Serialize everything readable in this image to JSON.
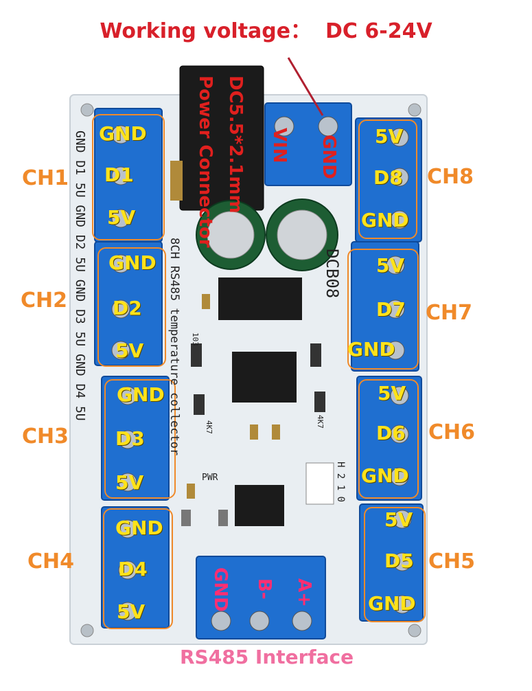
{
  "title": "Working voltage：  DC 6-24V",
  "power_connector": {
    "size": "DC5.5*2.1mm",
    "label": "Power Connector"
  },
  "vin_terminal": {
    "left": "VIN",
    "right": "GND"
  },
  "channels_left": [
    {
      "name": "CH1",
      "pins": [
        "GND",
        "D1",
        "5V"
      ]
    },
    {
      "name": "CH2",
      "pins": [
        "GND",
        "D2",
        "5V"
      ]
    },
    {
      "name": "CH3",
      "pins": [
        "GND",
        "D3",
        "5V"
      ]
    },
    {
      "name": "CH4",
      "pins": [
        "GND",
        "D4",
        "5V"
      ]
    }
  ],
  "channels_right": [
    {
      "name": "CH8",
      "pins": [
        "5V",
        "D8",
        "GND"
      ]
    },
    {
      "name": "CH7",
      "pins": [
        "5V",
        "D7",
        "GND"
      ]
    },
    {
      "name": "CH6",
      "pins": [
        "5V",
        "D6",
        "GND"
      ]
    },
    {
      "name": "CH5",
      "pins": [
        "5V",
        "D5",
        "GND"
      ]
    }
  ],
  "rs485": {
    "pins": [
      "GND",
      "B-",
      "A+"
    ],
    "label": "RS485 Interface"
  },
  "pcb_silkscreen": {
    "board_text": "8CH RS485 temperature collector",
    "model": "DCB08",
    "pwr": "PWR",
    "left_edge": "GND D1 5U GND D2 5U GND D3 5U GND D4 5U",
    "jumper": "H 2 1 0",
    "res1": "4K7",
    "res2": "4K7",
    "res3": "103"
  },
  "colors": {
    "terminal_blue": "#1f6fd0",
    "board_white": "#e9eef2",
    "title_red": "#d8202a",
    "channel_orange": "#f08a2a",
    "pin_yellow": "#ffe21a",
    "pink": "#ff2e72"
  }
}
